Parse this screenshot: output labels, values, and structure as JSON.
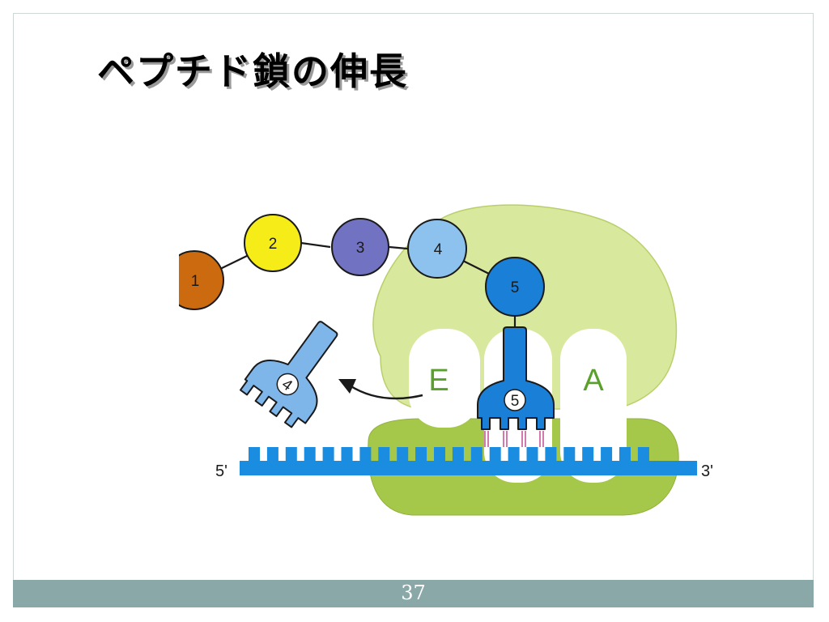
{
  "slide": {
    "title": "ペプチド鎖の伸長",
    "page_number": "37"
  },
  "diagram": {
    "amino_acids": [
      {
        "label": "1",
        "color": "#cc6a10"
      },
      {
        "label": "2",
        "color": "#f6ec18"
      },
      {
        "label": "3",
        "color": "#7272c2"
      },
      {
        "label": "4",
        "color": "#8ec2ee"
      },
      {
        "label": "5",
        "color": "#1a7fd6"
      }
    ],
    "ribosome_sites": [
      "E",
      "A"
    ],
    "released_trna_label": "4",
    "bound_trna_label": "5",
    "mrna_5prime": "5'",
    "mrna_3prime": "3'",
    "colors": {
      "ribosome_large": "#d8e89c",
      "ribosome_small": "#a6c84a",
      "site_text": "#5aa02c",
      "mrna": "#1a8de0",
      "trna_released": "#7fb6ea",
      "trna_bound": "#1a7fd6",
      "codon_pairing": "#c2408a"
    }
  }
}
